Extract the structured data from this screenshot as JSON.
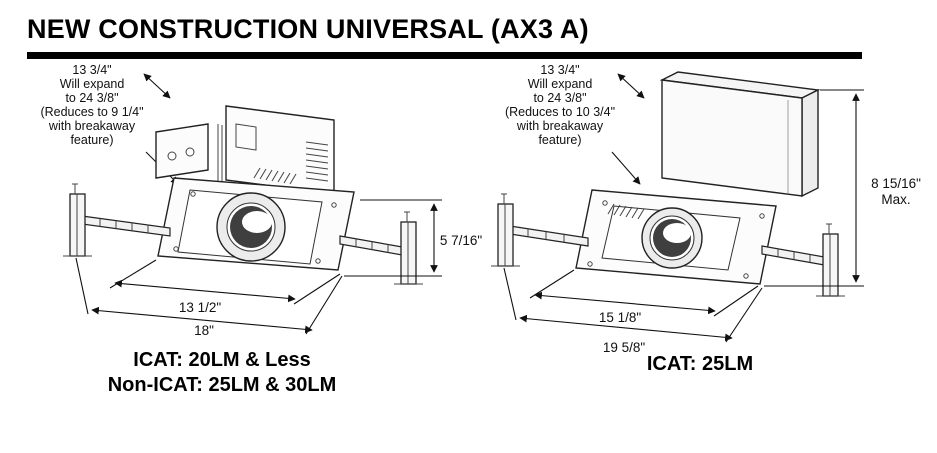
{
  "title": "NEW CONSTRUCTION UNIVERSAL (AX3 A)",
  "colors": {
    "ink": "#111111",
    "rule": "#000000"
  },
  "figures": {
    "left": {
      "annotation": [
        "13 3/4\"",
        "Will expand",
        "to 24 3/8\"",
        "(Reduces to 9 1/4\"",
        "with breakaway",
        "feature)"
      ],
      "dims": {
        "height": "5 7/16\"",
        "width_inner": "13 1/2\"",
        "width_outer": "18\""
      },
      "caption": [
        "ICAT: 20LM & Less",
        "Non-ICAT: 25LM & 30LM"
      ]
    },
    "right": {
      "annotation": [
        "13 3/4\"",
        "Will expand",
        "to 24 3/8\"",
        "(Reduces to 10 3/4\"",
        "with breakaway",
        "feature)"
      ],
      "dims": {
        "height": "8 15/16\"",
        "height_note": "Max.",
        "width_inner": "15 1/8\"",
        "width_outer": "19 5/8\""
      },
      "caption": [
        "ICAT: 25LM"
      ]
    }
  }
}
